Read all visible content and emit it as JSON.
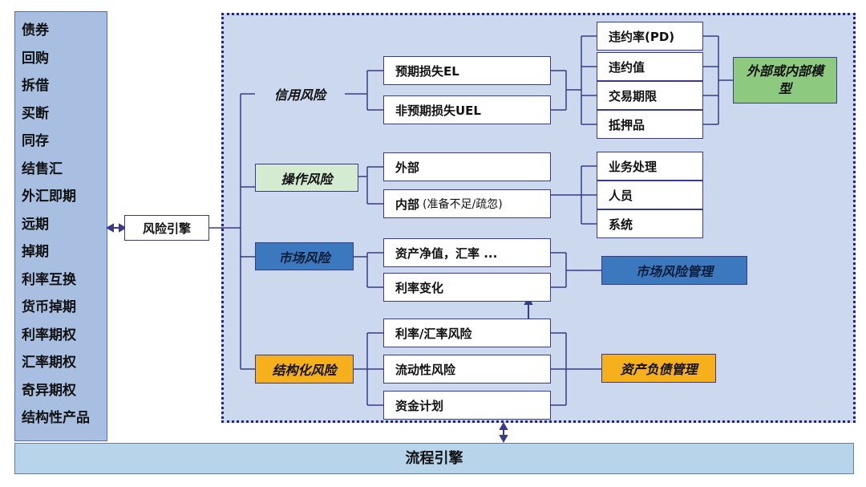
{
  "products": [
    "债券",
    "回购",
    "拆借",
    "买断",
    "同存",
    "结售汇",
    "外汇即期",
    "远期",
    "掉期",
    "利率互换",
    "货币掉期",
    "利率期权",
    "汇率期权",
    "奇异期权",
    "结构性产品"
  ],
  "risk_engine": "风险引擎",
  "process_engine": "流程引擎",
  "categories": {
    "credit": "信用风险",
    "operational": "操作风险",
    "market": "市场风险",
    "structural": "结构化风险"
  },
  "credit": {
    "el": "预期损失EL",
    "uel": "非预期损失UEL",
    "factors": [
      "违约率(PD)",
      "违约值",
      "交易期限",
      "抵押品"
    ],
    "model": "外部或内部模型"
  },
  "operational": {
    "external": "外部",
    "internal": "内部",
    "internal_note": "(准备不足/疏忽)",
    "factors": [
      "业务处理",
      "人员",
      "系统"
    ]
  },
  "market": {
    "items": [
      "资产净值，汇率 ...",
      "利率变化"
    ],
    "management": "市场风险管理"
  },
  "structural": {
    "items": [
      "利率/汇率风险",
      "流动性风险",
      "资金计划"
    ],
    "management": "资产负债管理"
  },
  "colors": {
    "products_bg": "#a9bfe2",
    "panel_bg": "#ccd8ee",
    "panel_border": "#23238e",
    "operational": "#d4ebd2",
    "market": "#3b78bd",
    "structural": "#f5b01b",
    "model": "#8dc97f",
    "process_bg": "#b8d4ea"
  }
}
